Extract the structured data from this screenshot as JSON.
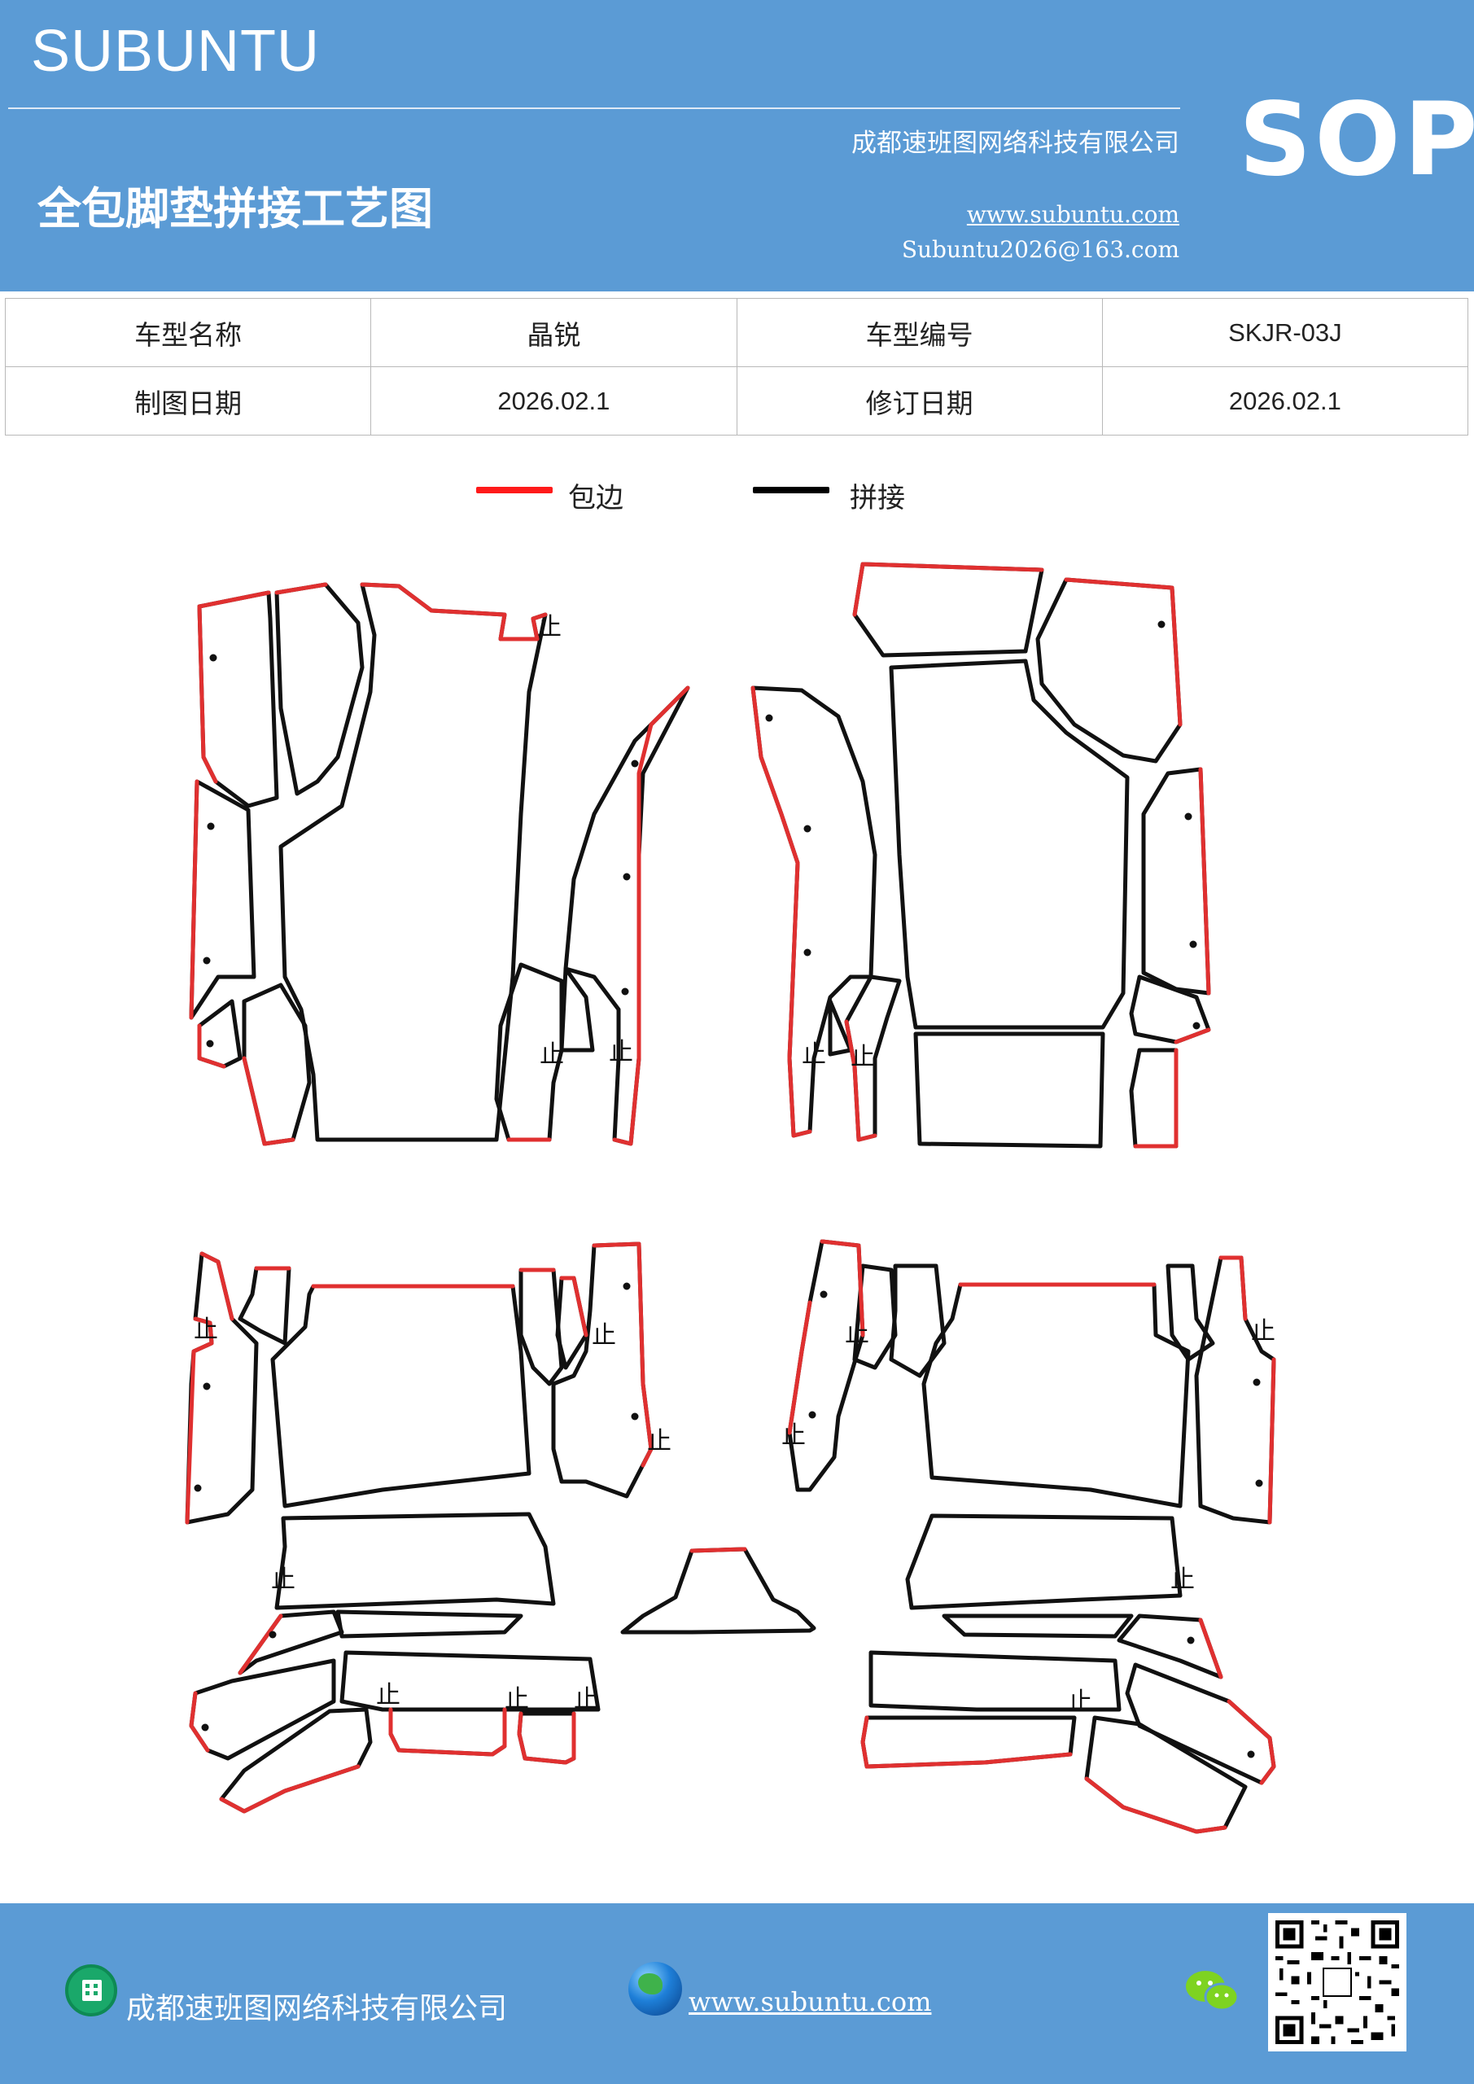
{
  "header": {
    "brand": "SUBUNTU",
    "company": "成都速班图网络科技有限公司",
    "title": "全包脚垫拼接工艺图",
    "website": "www.subuntu.com",
    "email": "Subuntu2026@163.com",
    "badge": "SOP"
  },
  "info_table": {
    "rows": [
      {
        "label1": "车型名称",
        "value1": "晶锐",
        "label2": "车型编号",
        "value2": "SKJR-03J"
      },
      {
        "label1": "制图日期",
        "value1": "2026.02.1",
        "label2": "修订日期",
        "value2": "2026.02.1"
      }
    ]
  },
  "legend": {
    "items": [
      {
        "label": "包边",
        "color": "#ff1a1a"
      },
      {
        "label": "拼接",
        "color": "#000000"
      }
    ]
  },
  "drawing": {
    "stop_mark": "止",
    "edge_color": "#e03030",
    "seam_color": "#111111"
  },
  "footer": {
    "company": "成都速班图网络科技有限公司",
    "website": "www.subuntu.com",
    "icons": [
      "building-icon",
      "globe-icon",
      "wechat-icon",
      "qr-code"
    ],
    "accent": "#5b9bd5"
  }
}
